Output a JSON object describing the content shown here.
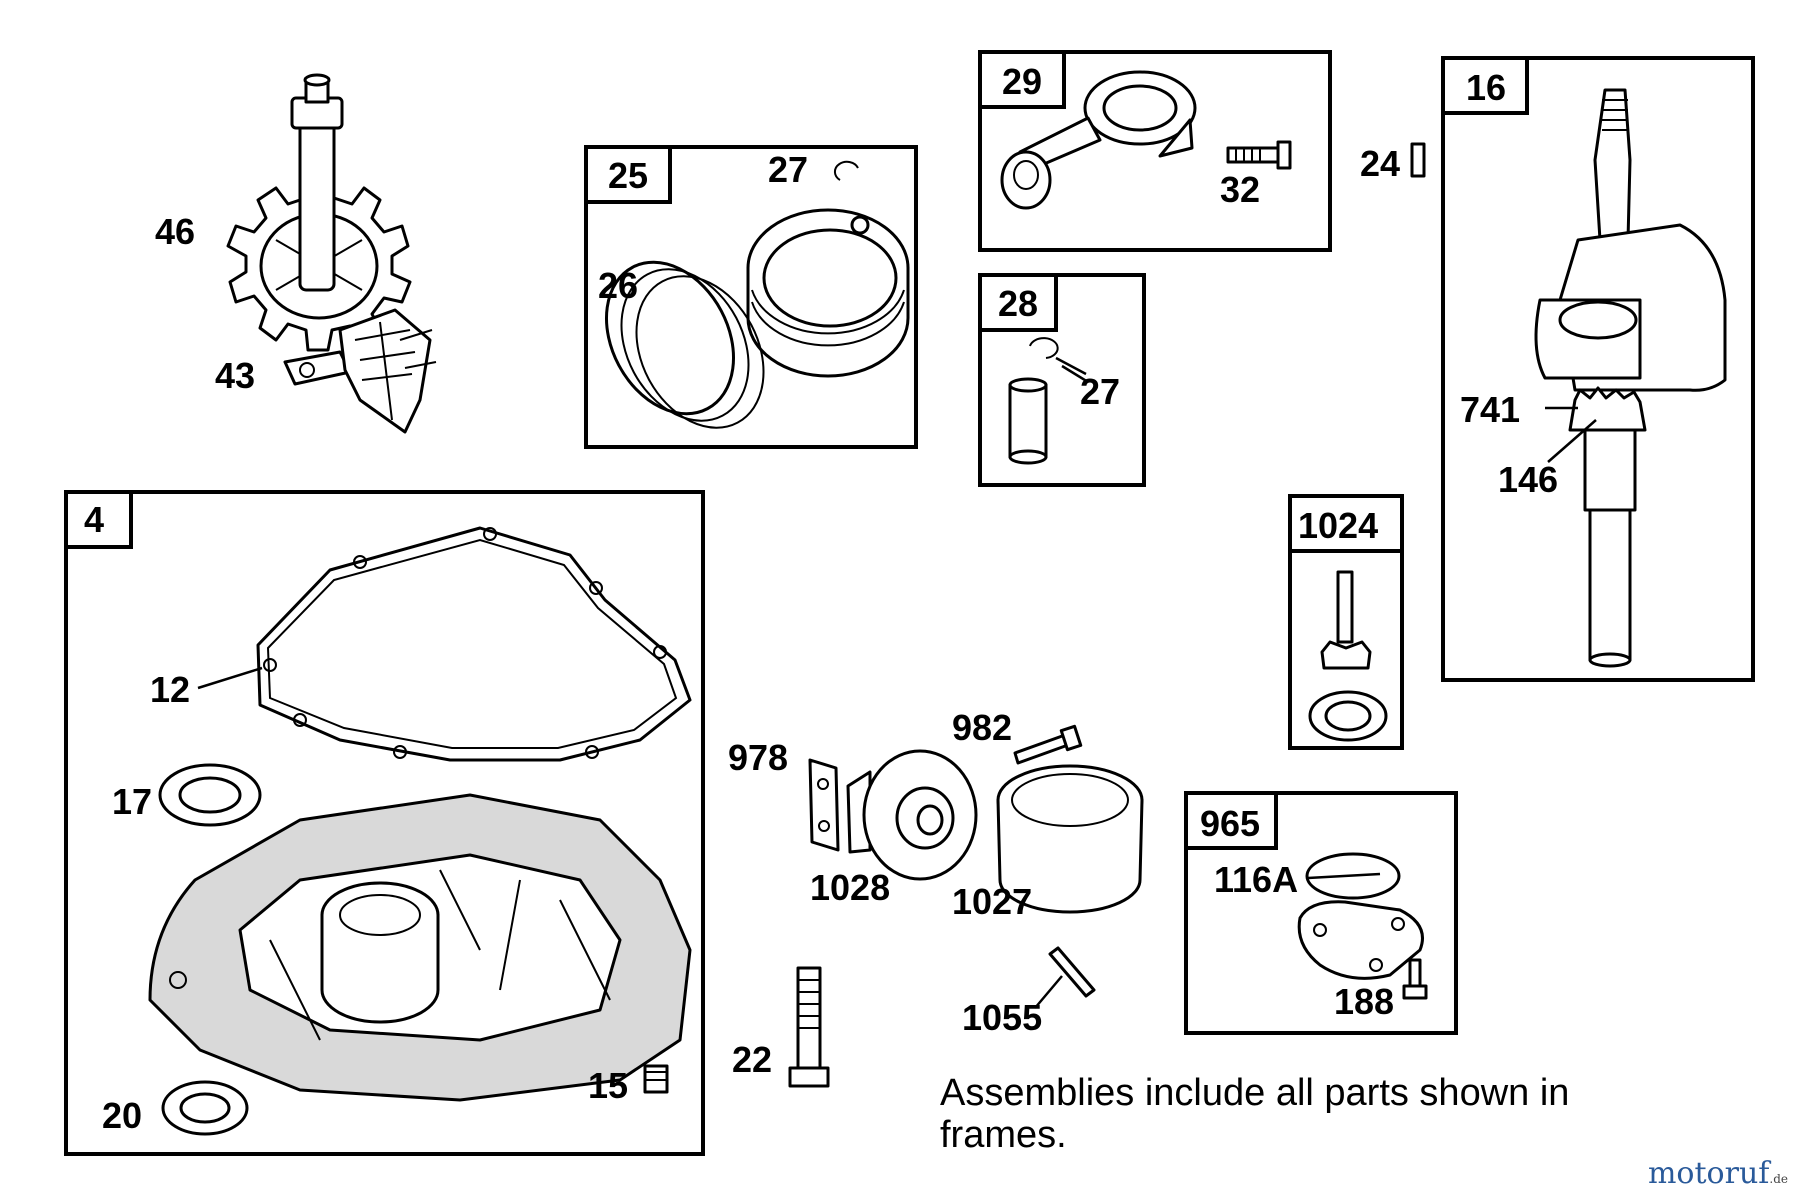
{
  "frames": {
    "f4": "4",
    "f25": "25",
    "f29": "29",
    "f28": "28",
    "f16": "16",
    "f1024": "1024",
    "f965": "965"
  },
  "labels": {
    "l46": "46",
    "l43": "43",
    "l27a": "27",
    "l26": "26",
    "l32": "32",
    "l27b": "27",
    "l24": "24",
    "l741": "741",
    "l146": "146",
    "l12": "12",
    "l17": "17",
    "l20": "20",
    "l15": "15",
    "l978": "978",
    "l982": "982",
    "l1028": "1028",
    "l1027": "1027",
    "l22": "22",
    "l1055": "1055",
    "l116a": "116A",
    "l188": "188"
  },
  "note": "Assemblies include all parts shown in frames.",
  "logo": {
    "main": "motoruf",
    "suffix": ".de"
  }
}
